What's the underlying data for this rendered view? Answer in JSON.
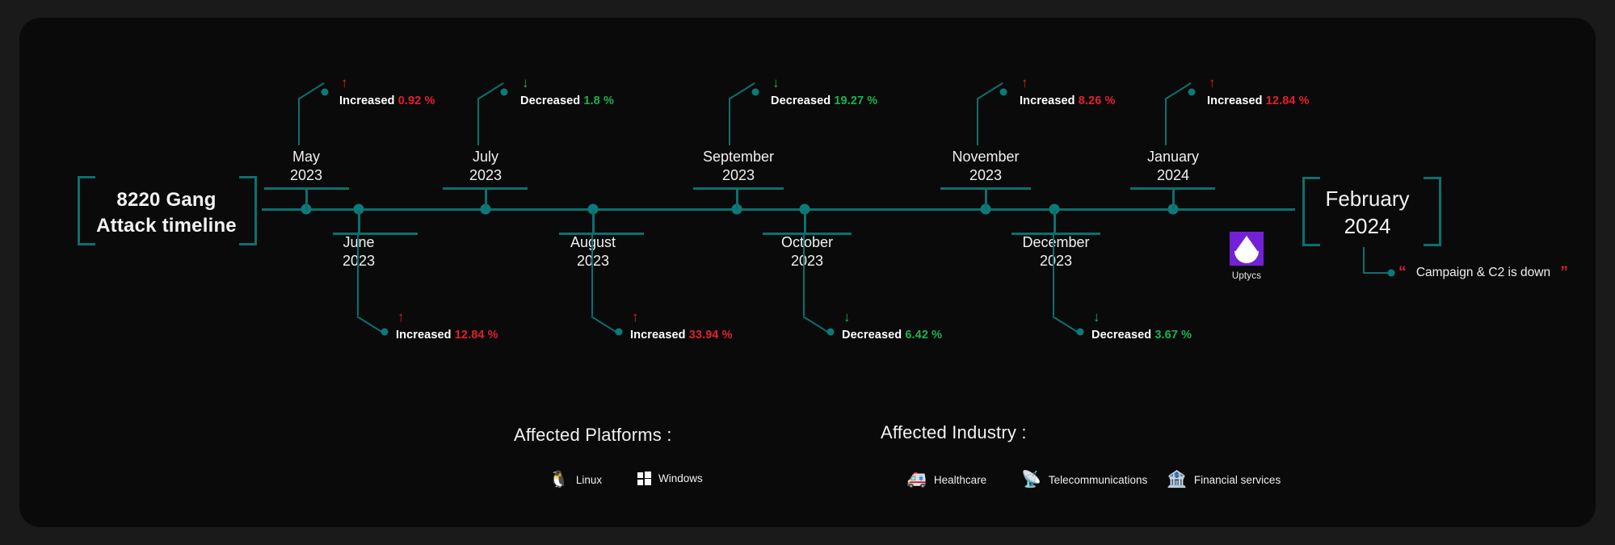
{
  "timeline": {
    "headline": "8220 Gang\nAttack timeline",
    "end_label": "February\n2024",
    "note": "Campaign & C2 is down",
    "note_quote_open": "“",
    "note_quote_close": "”",
    "accent_color": "#0d6f6f",
    "up_color": "#e0202e",
    "down_color": "#17b451",
    "months": [
      {
        "label": "May\n2023",
        "side": "top",
        "direction": "Increased",
        "prefix": "Increased ",
        "value": "0.92 %"
      },
      {
        "label": "June\n2023",
        "side": "bottom",
        "direction": "Increased",
        "prefix": "Increased ",
        "value": "12.84 %"
      },
      {
        "label": "July\n2023",
        "side": "top",
        "direction": "Decreased",
        "prefix": "Decreased ",
        "value": "1.8 %"
      },
      {
        "label": "August\n2023",
        "side": "bottom",
        "direction": "Increased",
        "prefix": "Increased ",
        "value": "33.94 %"
      },
      {
        "label": "September\n2023",
        "side": "top",
        "direction": "Decreased",
        "prefix": "Decreased ",
        "value": "19.27 %"
      },
      {
        "label": "October\n2023",
        "side": "bottom",
        "direction": "Decreased",
        "prefix": "Decreased ",
        "value": "6.42 %"
      },
      {
        "label": "November\n2023",
        "side": "top",
        "direction": "Increased",
        "prefix": "Increased ",
        "value": "8.26 %"
      },
      {
        "label": "December\n2023",
        "side": "bottom",
        "direction": "Decreased",
        "prefix": "Decreased ",
        "value": "3.67 %"
      },
      {
        "label": "January\n2024",
        "side": "top",
        "direction": "Increased",
        "prefix": "Increased ",
        "value": "12.84 %"
      }
    ]
  },
  "vendor": {
    "name": "Uptycs",
    "color": "#7321d6"
  },
  "platforms": {
    "title": "Affected Platforms :",
    "items": [
      {
        "label": "Linux",
        "icon": "linux-icon"
      },
      {
        "label": "Windows",
        "icon": "windows-icon"
      }
    ]
  },
  "industry": {
    "title": "Affected Industry :",
    "items": [
      {
        "label": "Healthcare",
        "icon": "ambulance-icon",
        "glyph": "🚑"
      },
      {
        "label": "Telecommunications",
        "icon": "cell-tower-icon",
        "glyph": "📡"
      },
      {
        "label": "Financial services",
        "icon": "bank-icon",
        "glyph": "🏦"
      }
    ]
  },
  "chart_data": {
    "type": "timeline",
    "title": "8220 Gang Attack timeline",
    "categories": [
      "May 2023",
      "June 2023",
      "July 2023",
      "August 2023",
      "September 2023",
      "October 2023",
      "November 2023",
      "December 2023",
      "January 2024",
      "February 2024"
    ],
    "values": [
      0.92,
      12.84,
      -1.8,
      33.94,
      -19.27,
      -6.42,
      8.26,
      -3.67,
      12.84,
      null
    ],
    "value_unit": "%",
    "annotations": [
      "Campaign & C2 is down"
    ]
  }
}
